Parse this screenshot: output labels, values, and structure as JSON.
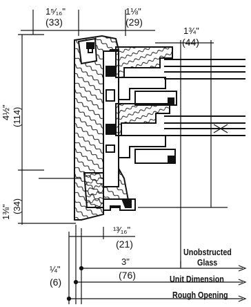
{
  "dimensions": {
    "top_left": {
      "imperial": "1⁵⁄₁₆\"",
      "metric": "(33)"
    },
    "top_mid": {
      "imperial": "1⅛\"",
      "metric": "(29)"
    },
    "top_right": {
      "imperial": "1¾\"",
      "metric": "(44)"
    },
    "left_upper": {
      "imperial": "4½\"",
      "metric": "(114)"
    },
    "left_lower": {
      "imperial": "1⅜\"",
      "metric": "(34)"
    },
    "bottom_mid": {
      "imperial": "¹³⁄₁₆\"",
      "metric": "(21)"
    },
    "bottom_left": {
      "imperial": "¼\"",
      "metric": "(6)"
    },
    "bottom_3": {
      "imperial": "3\"",
      "metric": "(76)"
    }
  },
  "callouts": {
    "unobstructed_line1": "Unobstructed",
    "unobstructed_line2": "Glass",
    "unit_dimension": "Unit Dimension",
    "rough_opening": "Rough Opening"
  }
}
